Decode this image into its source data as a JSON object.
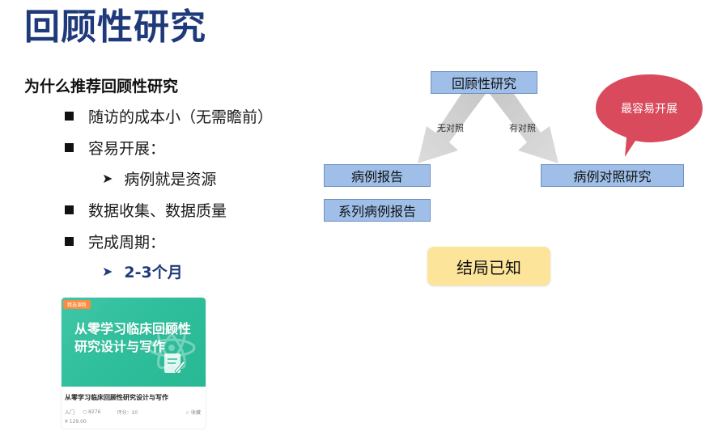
{
  "title": "回顾性研究",
  "subtitle": "为什么推荐回顾性研究",
  "bullets": {
    "b1": "随访的成本小（无需瞻前）",
    "b2": "容易开展：",
    "b2_sub": "病例就是资源",
    "b3": "数据收集、数据质量",
    "b4": "完成周期：",
    "b4_sub": "2-3个月"
  },
  "diagram": {
    "root": "回顾性研究",
    "left_edge": "无对照",
    "right_edge": "有对照",
    "left_box_1": "病例报告",
    "left_box_2": "系列病例报告",
    "right_box": "病例对照研究",
    "bubble": "最容易开展",
    "outcome": "结局已知"
  },
  "course_card": {
    "tag": "精选课程",
    "banner_line1": "从零学习临床回顾性",
    "banner_line2": "研究设计与写作",
    "title": "从零学习临床回顾性研究设计与写作",
    "meta_1": "入门",
    "meta_2": "8276",
    "meta_3": "评分：10",
    "favorite": "收藏",
    "price": "¥ 129.00"
  },
  "colors": {
    "title": "#1f3a7a",
    "box_fill": "#9fbfe9",
    "bubble": "#d94b5c",
    "outcome_fill": "#fde49b",
    "card_banner": "#2fbf9c"
  }
}
